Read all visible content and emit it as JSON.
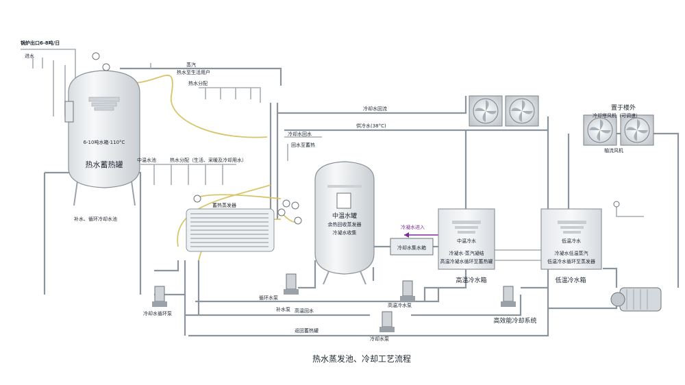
{
  "diagram": {
    "caption": "热水蒸发池、冷却工艺流程",
    "inlet_top_left": "锅炉出口6-8吨/日",
    "inlet_small": "进水",
    "hot_tank": {
      "name": "热水蓄热罐",
      "spec": "6-10吨水箱·110°C"
    },
    "pipe_labels": {
      "top_pipe": "蒸汽",
      "to_user": "热水至生活用户",
      "hot_branch": "热水分配",
      "middle_supply": "中温水池",
      "branch_line": "热水分配（生活、采暖及冷却用水）",
      "left_note": "补水、循环冷却水池",
      "cool_line": "冷却水回流",
      "supply_line": "供冷水(38°C)",
      "return_line": "冷却水回水",
      "ret2": "回水至蓄热",
      "bottom_return": "返回蓄热罐",
      "buffer_tank_label": "蓄热蒸发器",
      "pump_label_a": "循环水泵",
      "pump_label_b": "补水泵",
      "pump_label_c": "冷却水泵",
      "feed_pump": "高温冷水泵",
      "recycle": "高温回水"
    },
    "center_tank": {
      "name": "中温水罐",
      "sub1": "余热回收蒸发器",
      "sub2": "冷凝水收集"
    },
    "flow_tag": "冷凝水进入",
    "small_box": "冷却水集水箱",
    "condenser_a": {
      "name": "中温冷水",
      "label": "高温冷水箱",
      "note1": "冷凝水·蒸汽凝结",
      "note2": "高温冷凝水循环至蓄热罐"
    },
    "condenser_b": {
      "name": "低温冷水",
      "label": "低温冷水箱",
      "note1": "冷凝水低温蒸汽",
      "note2": "低温冷水循环至蒸发器"
    },
    "fans_outdoor": "置于楼外",
    "fans_note": "冷却塔风机（可调速）",
    "fans_sub": "轴流风机",
    "system_label": "高效能冷却系统",
    "pump_bottom": "冷却水循环泵"
  }
}
